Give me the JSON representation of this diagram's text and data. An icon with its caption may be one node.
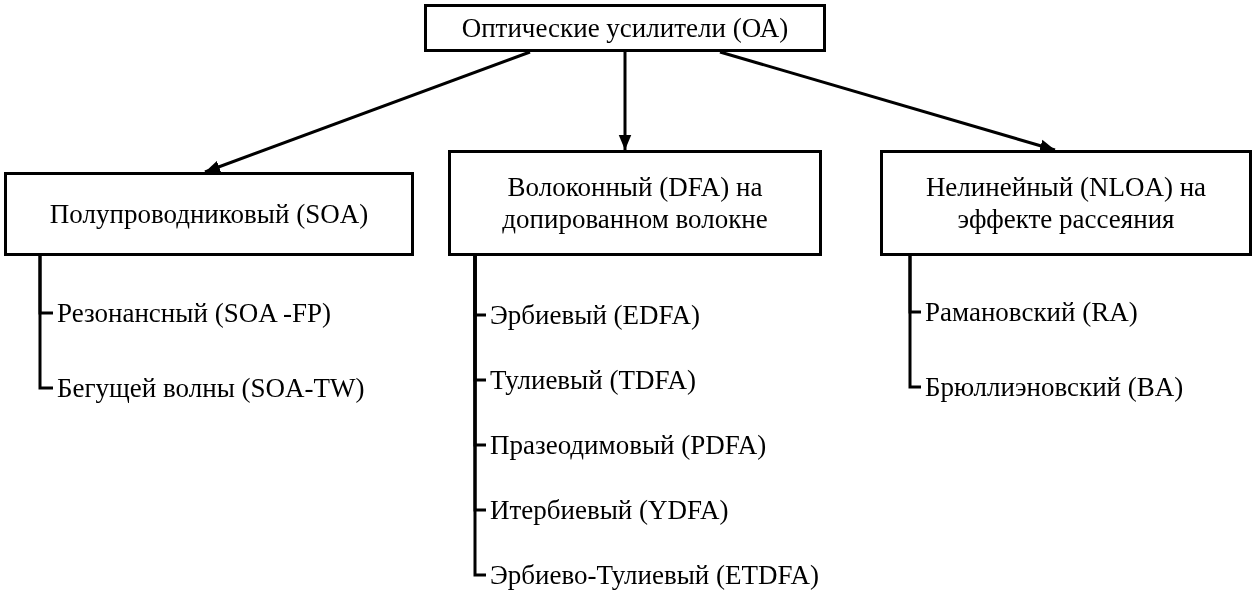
{
  "diagram": {
    "nodes": [
      {
        "text": [
          "Оптические усилители (ОА)"
        ]
      },
      {
        "text": [
          "Полупроводниковый (SOA)"
        ]
      },
      {
        "text": [
          "Волоконный (DFA) на допированном волокне"
        ]
      },
      {
        "text": [
          "Нелинейный (NLOA) на эффекте рассеяния"
        ]
      },
      {
        "text": [
          "Резонансный (SOA -FP)"
        ]
      },
      {
        "text": [
          "Бегущей волны (SOA-TW)"
        ]
      },
      {
        "text": [
          "Эрбиевый (EDFA)"
        ]
      },
      {
        "text": [
          "Тулиевый (TDFA)"
        ]
      },
      {
        "text": [
          "Празеодимовый (PDFA)"
        ]
      },
      {
        "text": [
          "Итербиевый (YDFA)"
        ]
      },
      {
        "text": [
          "Эрбиево-Тулиевый (ETDFA)"
        ]
      },
      {
        "text": [
          "Рамановский (RA)"
        ]
      },
      {
        "text": [
          "Брюллиэновский (BA)"
        ]
      }
    ],
    "edges": [
      {
        "from": 0,
        "to": 1,
        "arrow": "to"
      },
      {
        "from": 0,
        "to": 2,
        "arrow": "to"
      },
      {
        "from": 0,
        "to": 3,
        "arrow": "to"
      },
      {
        "from": 1,
        "to": 4,
        "arrow": "none"
      },
      {
        "from": 1,
        "to": 5,
        "arrow": "none"
      },
      {
        "from": 2,
        "to": 6,
        "arrow": "none"
      },
      {
        "from": 2,
        "to": 7,
        "arrow": "none"
      },
      {
        "from": 2,
        "to": 8,
        "arrow": "none"
      },
      {
        "from": 2,
        "to": 9,
        "arrow": "none"
      },
      {
        "from": 2,
        "to": 10,
        "arrow": "none"
      },
      {
        "from": 3,
        "to": 11,
        "arrow": "none"
      },
      {
        "from": 3,
        "to": 12,
        "arrow": "none"
      }
    ]
  }
}
